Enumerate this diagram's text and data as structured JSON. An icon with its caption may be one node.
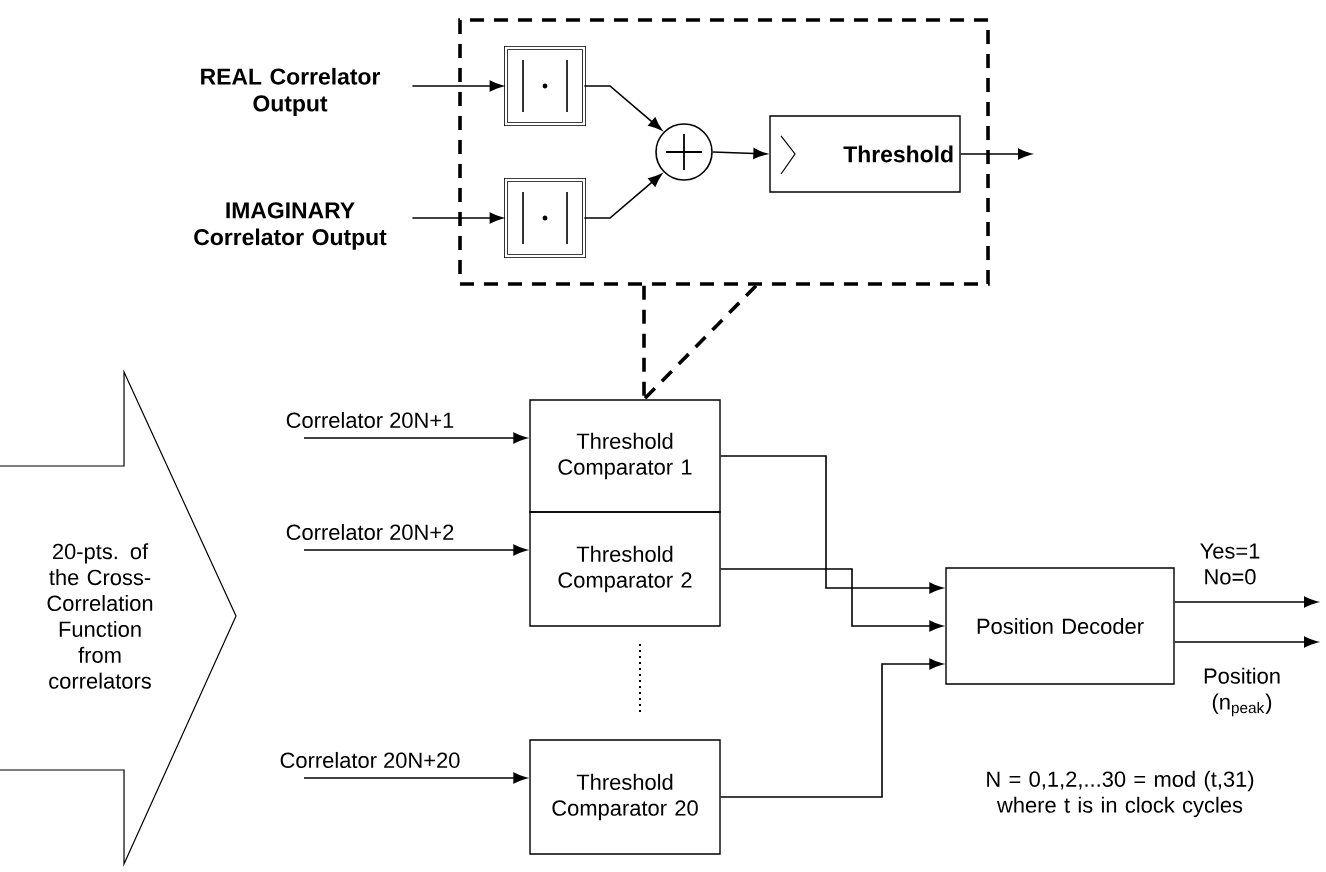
{
  "diagram": {
    "nodes": [
      {
        "text": [],
        "shape": "box"
      },
      {
        "text": [
          "REAL Correlator Output"
        ]
      },
      {
        "text": [
          "IMAGINARY Correlator Output"
        ]
      },
      {
        "text": [],
        "shape": "box",
        "in": 0
      },
      {
        "text": [],
        "shape": "box",
        "in": 0
      },
      {
        "text": [],
        "shape": "circle",
        "in": 0
      },
      {
        "text": [
          "Threshold"
        ],
        "in": 0
      },
      {
        "text": [
          "20-pts. of the Cross-Correlation Function from correlators"
        ]
      },
      {
        "text": [
          "Threshold Comparator 1"
        ]
      },
      {
        "text": [
          "Threshold Comparator 2"
        ]
      },
      {
        "text": [
          "Threshold Comparator 20"
        ]
      },
      {
        "text": [
          "Position Decoder"
        ]
      }
    ],
    "edges": [
      {
        "from": 1,
        "to": 3,
        "arrow": "to"
      },
      {
        "from": 2,
        "to": 4,
        "arrow": "to"
      },
      {
        "from": 3,
        "to": 5,
        "arrow": "to"
      },
      {
        "from": 4,
        "to": 5,
        "arrow": "to"
      },
      {
        "from": 5,
        "to": 6,
        "arrow": "to"
      },
      {
        "from": 6,
        "to": null,
        "arrow": "to"
      },
      {
        "from": 0,
        "to": 8,
        "arrow": "none",
        "style": "dashed"
      },
      {
        "from": null,
        "to": 8,
        "arrow": "to",
        "label": "Correlator 20N+1"
      },
      {
        "from": null,
        "to": 9,
        "arrow": "to",
        "label": "Correlator 20N+2"
      },
      {
        "from": null,
        "to": 10,
        "arrow": "to",
        "label": "Correlator 20N+20"
      },
      {
        "from": 8,
        "to": 11,
        "arrow": "to"
      },
      {
        "from": 9,
        "to": 11,
        "arrow": "to"
      },
      {
        "from": 10,
        "to": 11,
        "arrow": "to"
      },
      {
        "from": 11,
        "to": null,
        "arrow": "to",
        "label": "Yes=1 No=0"
      },
      {
        "from": 11,
        "to": null,
        "arrow": "to",
        "label": "Position (n$_{peak}$)"
      }
    ],
    "labels": [
      "N = 0,1,2,...30 = mod (t,31) where t is in clock cycles"
    ]
  }
}
